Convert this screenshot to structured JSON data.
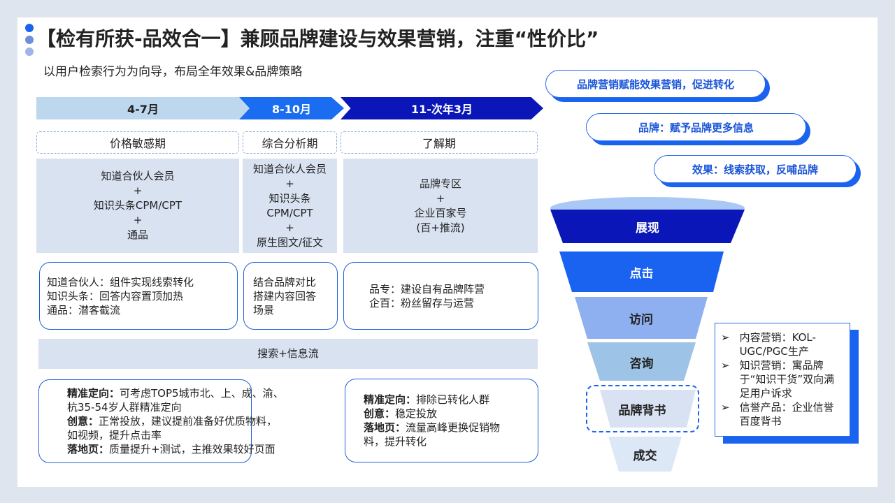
{
  "title": "【检有所获-品效合一】兼顾品牌建设与效果营销，注重“性价比”",
  "subtitle": "以用户检索行为为向导，布局全年效果&品牌策略",
  "timeline": [
    {
      "label": "4-7月",
      "color": "#bdd7ee"
    },
    {
      "label": "8-10月",
      "color": "#1a6cf0"
    },
    {
      "label": "11-次年3月",
      "color": "#0a16b8"
    }
  ],
  "phases": [
    "价格敏感期",
    "综合分析期",
    "了解期"
  ],
  "products": [
    "知道合伙人会员\n+\n知识头条CPM/CPT\n+\n通品",
    "知道合伙人会员\n+\n知识头条\nCPM/CPT\n+\n原生图文/征文",
    "品牌专区\n+\n企业百家号\n(百+推流)"
  ],
  "purposes": [
    [
      "知道合伙人：组件实现线索转化",
      "知识头条：回答内容置顶加热",
      "通品：潜客截流"
    ],
    [
      "结合品牌对比",
      "搭建内容回答",
      "场景"
    ],
    [
      "品专：建设自有品牌阵营",
      "企百：粉丝留存与运营"
    ]
  ],
  "channel": "搜索+信息流",
  "strategies": [
    {
      "items": [
        {
          "k": "精准定向：",
          "v": "可考虑TOP5城市北、上、成、渝、"
        },
        {
          "k": "",
          "v": "杭35-54岁人群精准定向"
        },
        {
          "k": "创意：",
          "v": "正常投放，建议提前准备好优质物料，"
        },
        {
          "k": "",
          "v": "如视频，提升点击率"
        },
        {
          "k": "落地页：",
          "v": "质量提升+测试，主推效果较好页面"
        }
      ]
    },
    {
      "items": [
        {
          "k": "精准定向：",
          "v": "排除已转化人群"
        },
        {
          "k": "创意：",
          "v": "稳定投放"
        },
        {
          "k": "落地页：",
          "v": "流量高峰更换促销物"
        },
        {
          "k": "",
          "v": "料，提升转化"
        }
      ]
    }
  ],
  "pills": [
    "品牌营销赋能效果营销，促进转化",
    "品牌：赋予品牌更多信息",
    "效果：线索获取，反哺品牌"
  ],
  "funnel": [
    {
      "label": "展现",
      "color": "#0a16b8",
      "text": "#fff"
    },
    {
      "label": "点击",
      "color": "#1a63f0",
      "text": "#fff"
    },
    {
      "label": "访问",
      "color": "#8fb0f0",
      "text": "#222"
    },
    {
      "label": "咨询",
      "color": "#9dc3e6",
      "text": "#222"
    },
    {
      "label": "品牌背书",
      "color": "#d9e2f3",
      "text": "#222"
    },
    {
      "label": "成交",
      "color": "#dce8f6",
      "text": "#222"
    }
  ],
  "callout": {
    "bullet": "➢",
    "items": [
      "内容营销：KOL-UGC/PGC生产",
      "知识营销：寓品牌于“知识干货”双向满足用户诉求",
      "信誉产品：企业信誉百度背书"
    ]
  }
}
